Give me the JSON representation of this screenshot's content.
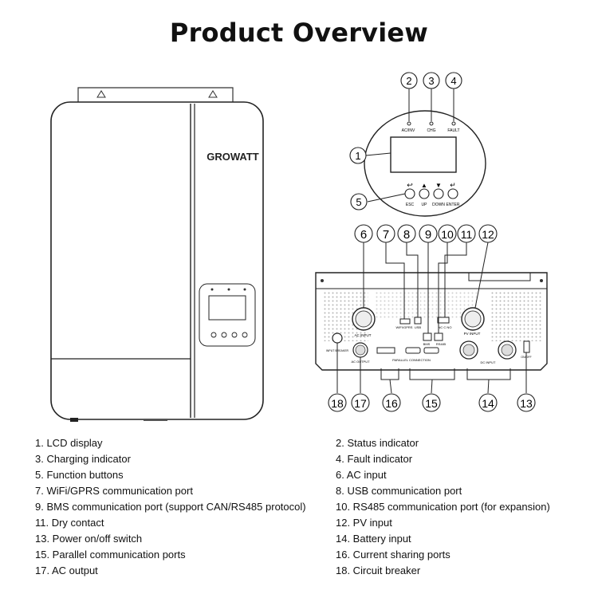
{
  "title": "Product Overview",
  "brand": "GROWATT",
  "indicator_labels": {
    "ac_inv": "AC/INV",
    "chg": "CHG",
    "fault": "FAULT"
  },
  "button_labels": {
    "esc": "ESC",
    "up": "UP",
    "down": "DOWN",
    "enter": "ENTER"
  },
  "rear_labels": {
    "ac_input": "AC INPUT",
    "wifi_gprs": "WIFI/GPRS",
    "usb": "USB",
    "bms": "BMS",
    "rs485": "RS485",
    "dc_ac_nc": "NC C NO",
    "pv_input": "PV INPUT",
    "dc_input": "DC INPUT",
    "ac_output": "AC OUTPUT",
    "parallel_connection": "PARALLEL CONNECTION",
    "breaker": "INPUT BREAKER",
    "switch": "ON/OFF"
  },
  "callouts": [
    "1",
    "2",
    "3",
    "4",
    "5",
    "6",
    "7",
    "8",
    "9",
    "10",
    "11",
    "12",
    "13",
    "14",
    "15",
    "16",
    "17",
    "18"
  ],
  "legend": [
    "1. LCD display",
    "2. Status indicator",
    "3. Charging indicator",
    "4. Fault indicator",
    "5. Function buttons",
    "6. AC input",
    "7. WiFi/GPRS communication port",
    "8. USB communication port",
    "9. BMS communication port (support CAN/RS485 protocol)",
    "10. RS485 communication port (for expansion)",
    "11. Dry contact",
    "12. PV input",
    "13. Power on/off switch",
    "14. Battery input",
    "15. Parallel communication ports",
    "16. Current sharing ports",
    "17. AC output",
    "18. Circuit breaker"
  ]
}
